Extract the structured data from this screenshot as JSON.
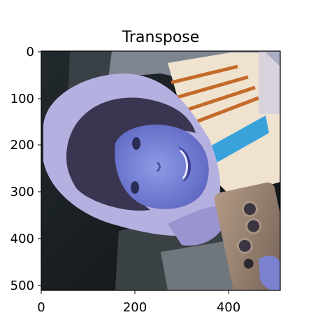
{
  "figure": {
    "title": "Transpose",
    "x_ticks": [
      "0",
      "200",
      "400"
    ],
    "y_ticks": [
      "0",
      "100",
      "200",
      "300",
      "400",
      "500"
    ]
  },
  "image": {
    "description_colors": {
      "background_dark": "#1c2327",
      "wall_gray": "#7e8590",
      "hood_lavender": "#b4b0e0",
      "skin_blue": "#7a86d8",
      "hair_dark": "#3a3550",
      "shirt_cream": "#efe3cf",
      "stripe_blue": "#3aa2da",
      "stripe_orange": "#c46a2a",
      "phone_bronze": "#8a7565"
    }
  }
}
